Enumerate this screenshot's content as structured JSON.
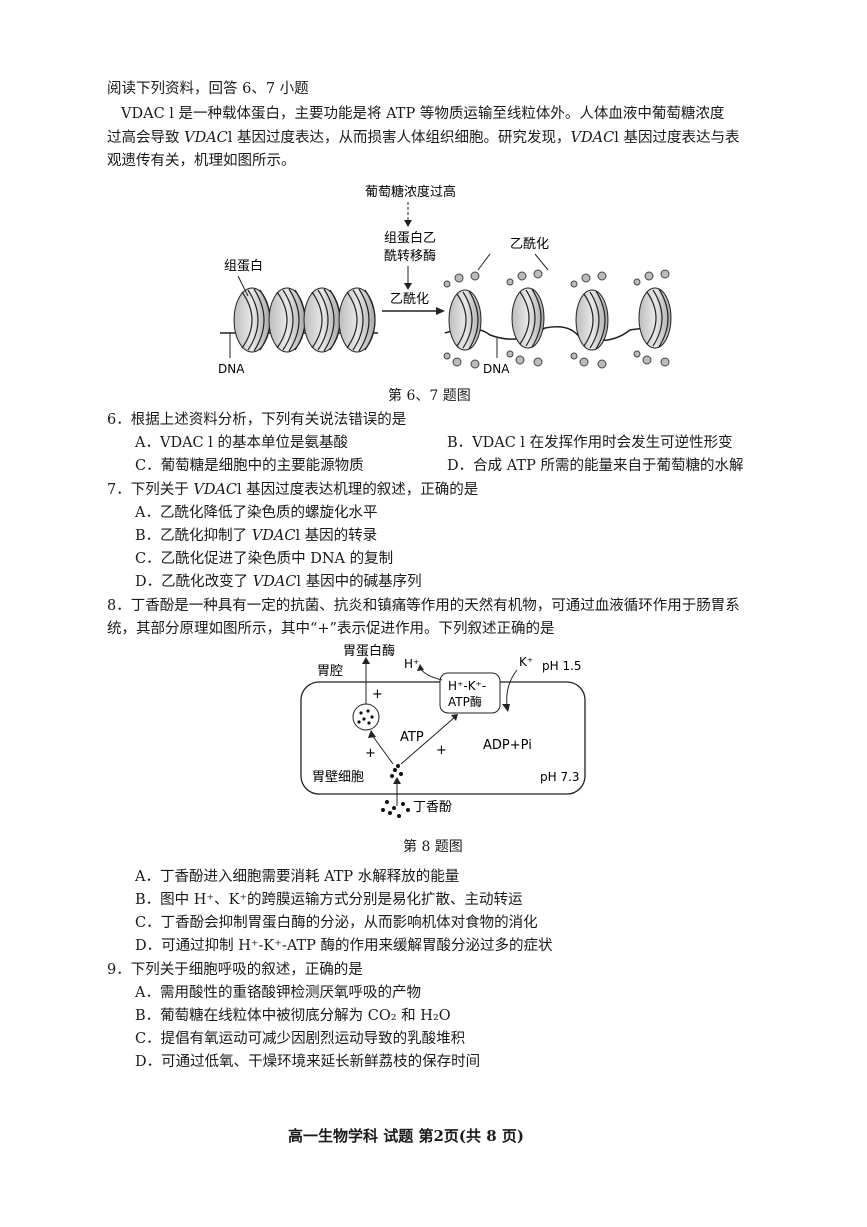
{
  "intro": {
    "heading": "阅读下列资料，回答 6、7 小题",
    "p1": "VDAC l 是一种载体蛋白，主要功能是将 ATP 等物质运输至线粒体外。人体血液中葡萄糖浓度",
    "p2a": "过高会导致 ",
    "gene": "VDAC",
    "p2b": "l 基因过度表达，从而损害人体组织细胞。研究发现，",
    "p2c": "l 基因过度表达与表",
    "p3": "观遗传有关，机理如图所示。"
  },
  "fig67": {
    "glucose": "葡萄糖浓度过高",
    "enzyme1": "组蛋白乙",
    "enzyme2": "酰转移酶",
    "acetylation_top": "乙酰化",
    "histone": "组蛋白",
    "acetylation_arrow": "乙酰化",
    "dna_left": "DNA",
    "dna_right": "DNA",
    "caption": "第 6、7 题图"
  },
  "q6": {
    "stem": "6．根据上述资料分析，下列有关说法错误的是",
    "A": "A．VDAC l 的基本单位是氨基酸",
    "B": "B．VDAC l 在发挥作用时会发生可逆性形变",
    "C": "C．葡萄糖是细胞中的主要能源物质",
    "D": "D．合成 ATP 所需的能量来自于葡萄糖的水解"
  },
  "q7": {
    "stem_a": "7．下列关于 ",
    "stem_b": "l 基因过度表达机理的叙述，正确的是",
    "A": "A．乙酰化降低了染色质的螺旋化水平",
    "B_a": "B．乙酰化抑制了 ",
    "B_b": "l 基因的转录",
    "C": "C．乙酰化促进了染色质中 DNA 的复制",
    "D_a": "D．乙酰化改变了 ",
    "D_b": "l 基因中的碱基序列"
  },
  "q8": {
    "stem1": "8．丁香酚是一种具有一定的抗菌、抗炎和镇痛等作用的天然有机物，可通过血液循环作用于肠胃系",
    "stem2": "统，其部分原理如图所示，其中“+”表示促进作用。下列叙述正确的是",
    "A": "A．丁香酚进入细胞需要消耗 ATP 水解释放的能量",
    "B": "B．图中 H⁺、K⁺的跨膜运输方式分别是易化扩散、主动转运",
    "C": "C．丁香酚会抑制胃蛋白酶的分泌，从而影响机体对食物的消化",
    "D": "D．可通过抑制 H⁺-K⁺-ATP 酶的作用来缓解胃酸分泌过多的症状"
  },
  "fig8": {
    "pepsin": "胃蛋白酶",
    "lumen": "胃腔",
    "h": "H⁺",
    "k": "K⁺",
    "ph_out": "pH 1.5",
    "pump1": "H⁺-K⁺-",
    "pump2": "ATP酶",
    "atp": "ATP",
    "adp": "ADP+Pi",
    "cell": "胃壁细胞",
    "ph_in": "pH 7.3",
    "eugenol": "丁香酚",
    "plus": "+",
    "caption": "第 8 题图"
  },
  "q9": {
    "stem": "9．下列关于细胞呼吸的叙述，正确的是",
    "A": "A．需用酸性的重铬酸钾检测厌氧呼吸的产物",
    "B": "B．葡萄糖在线粒体中被彻底分解为 CO₂ 和 H₂O",
    "C": "C．提倡有氧运动可减少因剧烈运动导致的乳酸堆积",
    "D": "D．可通过低氧、干燥环境来延长新鲜荔枝的保存时间"
  },
  "footer": "高一生物学科  试题  第2页(共 8 页)"
}
